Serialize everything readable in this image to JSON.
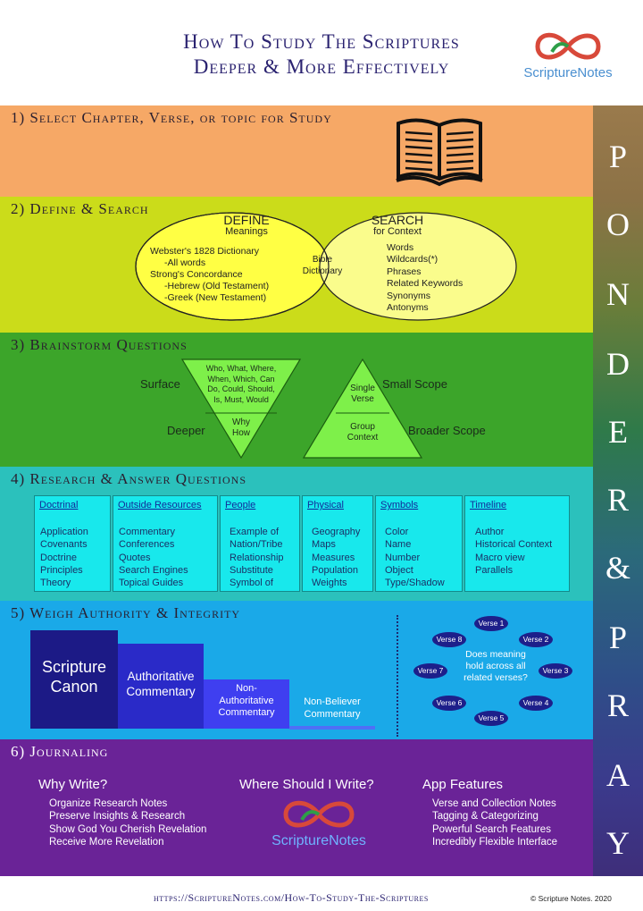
{
  "header": {
    "title_line1": "How To Study The Scriptures",
    "title_line2": "Deeper & More Effectively",
    "logo_text": "ScriptureNotes"
  },
  "side": {
    "letters": [
      "P",
      "O",
      "N",
      "D",
      "E",
      "R",
      "&",
      "P",
      "R",
      "A",
      "Y"
    ]
  },
  "s1": {
    "title": "1) Select Chapter, Verse, or topic for Study"
  },
  "s2": {
    "title": "2) Define & Search",
    "define_title": "DEFINE",
    "define_sub": "Meanings",
    "define_items": [
      "Webster's 1828 Dictionary",
      "-All words",
      "Strong's Concordance",
      "-Hebrew (Old Testament)",
      "-Greek (New Testament)"
    ],
    "center": [
      "Bible",
      "Dictionary"
    ],
    "search_title": "SEARCH",
    "search_sub": "for Context",
    "search_items": [
      "Words",
      "Wildcards(*)",
      "Phrases",
      "Related Keywords",
      "Synonyms",
      "Antonyms"
    ]
  },
  "s3": {
    "title": "3) Brainstorm Questions",
    "surface": "Surface",
    "deeper": "Deeper",
    "tri_top": [
      "Who, What, Where,",
      "When, Which, Can",
      "Do, Could, Should,",
      "Is, Must, Would"
    ],
    "tri_bottom": [
      "Why",
      "How"
    ],
    "pyr_top": [
      "Single",
      "Verse"
    ],
    "pyr_bottom": [
      "Group",
      "Context"
    ],
    "small_scope": "Small Scope",
    "broader_scope": "Broader Scope"
  },
  "s4": {
    "title": "4) Research & Answer Questions",
    "boxes": [
      {
        "head": "Doctrinal",
        "items": [
          "Application",
          "Covenants",
          "Doctrine",
          "Principles",
          "Theory"
        ]
      },
      {
        "head": "Outside Resources",
        "items": [
          "Commentary",
          "Conferences",
          "Quotes",
          "Search Engines",
          "Topical Guides"
        ]
      },
      {
        "head": "People",
        "items": [
          "Example of",
          "Nation/Tribe",
          "Relationship",
          "Substitute",
          "Symbol of"
        ]
      },
      {
        "head": "Physical",
        "items": [
          "Geography",
          "Maps",
          "Measures",
          "Population",
          "Weights"
        ]
      },
      {
        "head": "Symbols",
        "items": [
          "Color",
          "Name",
          "Number",
          "Object",
          "Type/Shadow"
        ]
      },
      {
        "head": "Timeline",
        "items": [
          "Author",
          "Historical Context",
          "Macro view",
          "Parallels"
        ]
      }
    ]
  },
  "s5": {
    "title": "5) Weigh Authority & Integrity",
    "steps": [
      [
        "Scripture",
        "Canon"
      ],
      [
        "Authoritative",
        "Commentary"
      ],
      [
        "Non-",
        "Authoritative",
        "Commentary"
      ],
      [
        "Non-Believer",
        "Commentary"
      ]
    ],
    "question": [
      "Does meaning",
      "hold across all",
      "related verses?"
    ],
    "verses": [
      "Verse 1",
      "Verse 2",
      "Verse 3",
      "Verse 4",
      "Verse 5",
      "Verse 6",
      "Verse 7",
      "Verse 8"
    ]
  },
  "s6": {
    "title": "6) Journaling",
    "why_title": "Why Write?",
    "why_items": [
      "Organize Research Notes",
      "Preserve Insights & Research",
      "Show God You Cherish Revelation",
      "Receive More Revelation"
    ],
    "where_title": "Where Should I Write?",
    "logo_text": "ScriptureNotes",
    "app_title": "App Features",
    "app_items": [
      "Verse and Collection Notes",
      "Tagging & Categorizing",
      "Powerful Search Features",
      "Incredibly Flexible Interface"
    ]
  },
  "footer": {
    "url": "https://ScriptureNotes.com/How-To-Study-The-Scriptures",
    "copyright": "© Scripture Notes. 2020"
  },
  "colors": {
    "navy": "#2a2270",
    "canon": "#1c1a86",
    "verse_oval": "#1d1f8a"
  }
}
